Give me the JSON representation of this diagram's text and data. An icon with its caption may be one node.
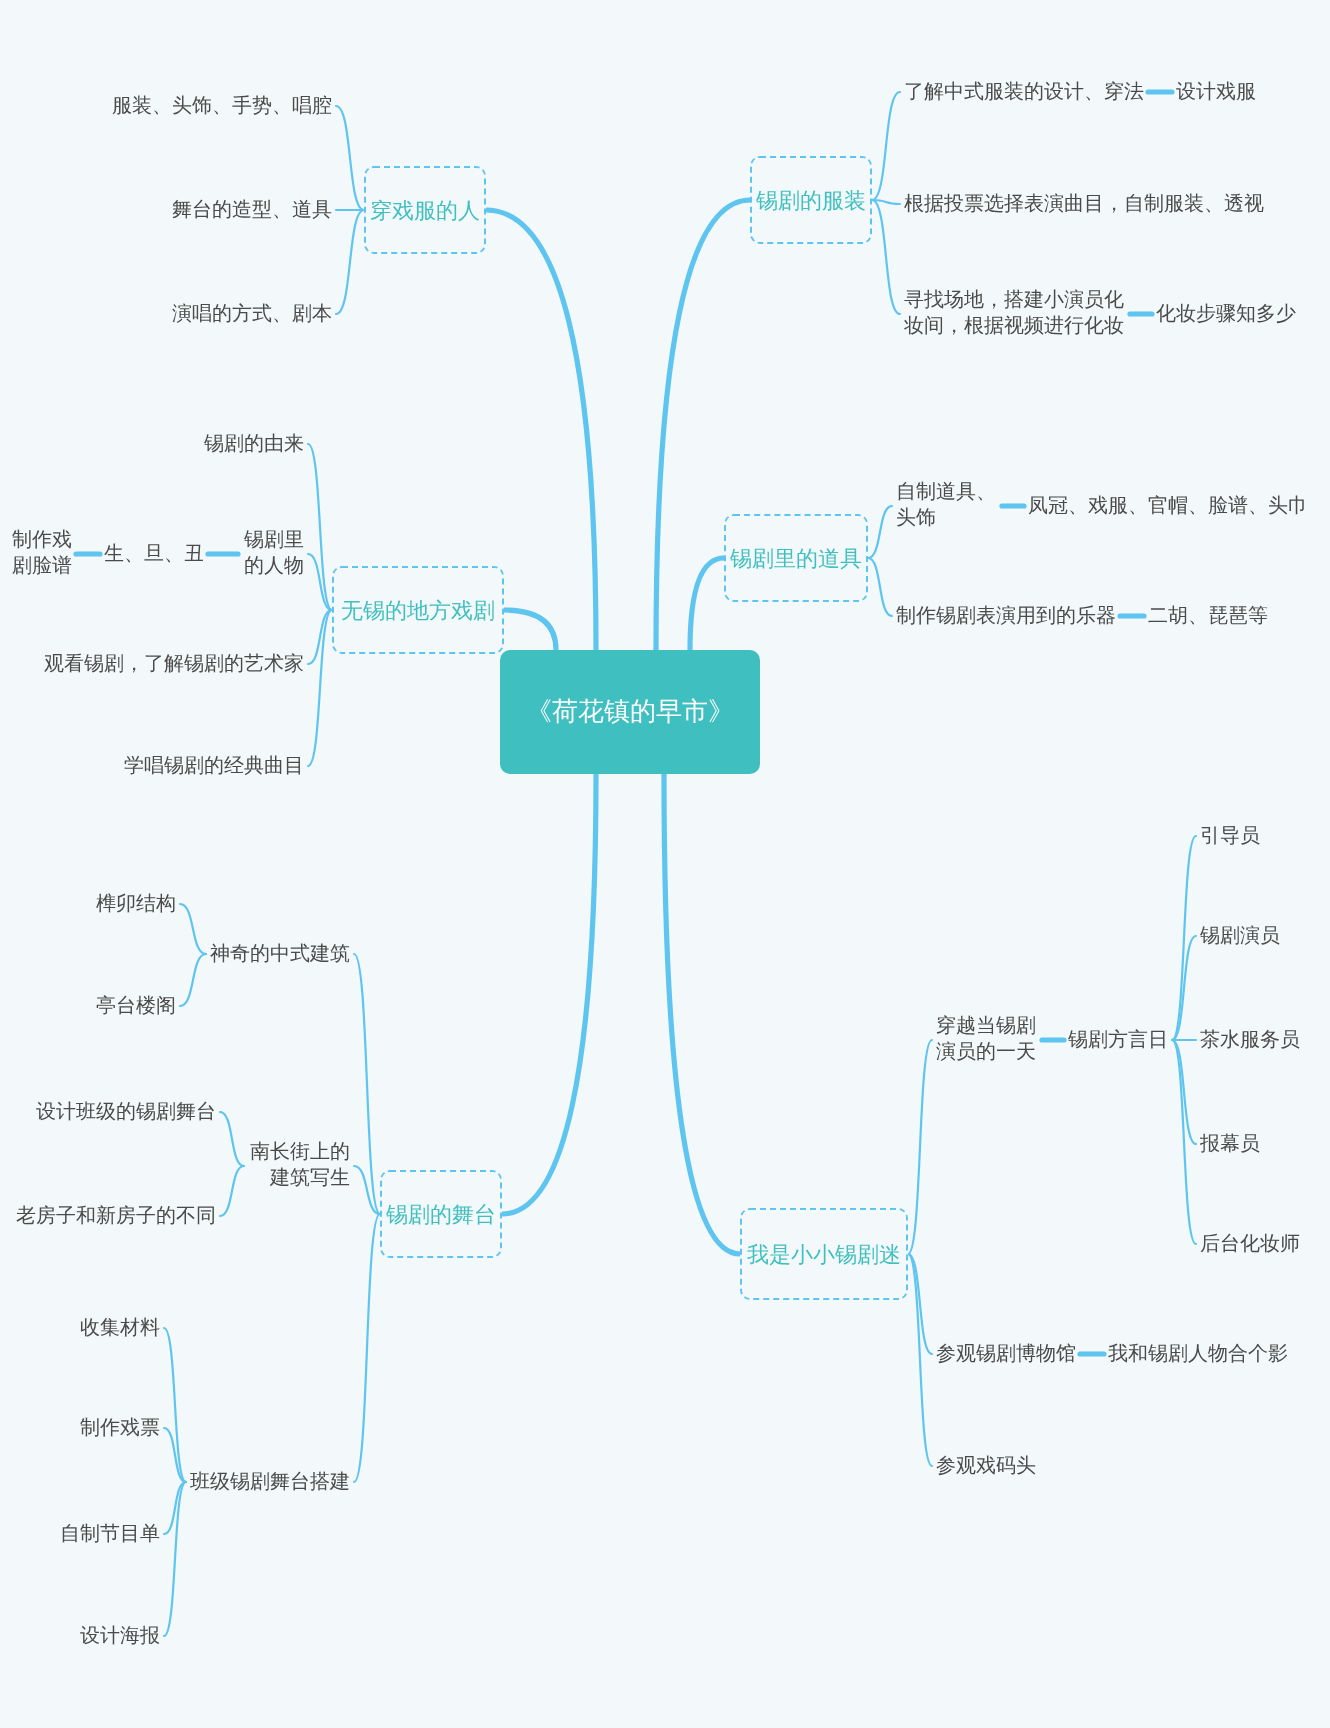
{
  "diagram": {
    "nodes": [
      {
        "text": [
          "《荷花镇的早市》"
        ]
      },
      {
        "text": [
          "穿戏服的人"
        ]
      },
      {
        "text": [
          "服装、头饰、手势、唱腔"
        ]
      },
      {
        "text": [
          "舞台的造型、道具"
        ]
      },
      {
        "text": [
          "演唱的方式、剧本"
        ]
      },
      {
        "text": [
          "无锡的地方戏剧"
        ]
      },
      {
        "text": [
          "锡剧的由来"
        ]
      },
      {
        "text": [
          "锡剧里的人物"
        ]
      },
      {
        "text": [
          "生、旦、丑"
        ]
      },
      {
        "text": [
          "制作戏剧脸谱"
        ]
      },
      {
        "text": [
          "观看锡剧，了解锡剧的艺术家"
        ]
      },
      {
        "text": [
          "学唱锡剧的经典曲目"
        ]
      },
      {
        "text": [
          "锡剧的舞台"
        ]
      },
      {
        "text": [
          "神奇的中式建筑"
        ]
      },
      {
        "text": [
          "榫卯结构"
        ]
      },
      {
        "text": [
          "亭台楼阁"
        ]
      },
      {
        "text": [
          "南长街上的建筑写生"
        ]
      },
      {
        "text": [
          "设计班级的锡剧舞台"
        ]
      },
      {
        "text": [
          "老房子和新房子的不同"
        ]
      },
      {
        "text": [
          "班级锡剧舞台搭建"
        ]
      },
      {
        "text": [
          "收集材料"
        ]
      },
      {
        "text": [
          "制作戏票"
        ]
      },
      {
        "text": [
          "自制节目单"
        ]
      },
      {
        "text": [
          "设计海报"
        ]
      },
      {
        "text": [
          "锡剧的服装"
        ]
      },
      {
        "text": [
          "了解中式服装的设计、穿法"
        ]
      },
      {
        "text": [
          "设计戏服"
        ]
      },
      {
        "text": [
          "根据投票选择表演曲目，自制服装、透视"
        ]
      },
      {
        "text": [
          "寻找场地，搭建小演员化妆间，根据视频进行化妆"
        ]
      },
      {
        "text": [
          "化妆步骤知多少"
        ]
      },
      {
        "text": [
          "锡剧里的道具"
        ]
      },
      {
        "text": [
          "自制道具、头饰"
        ]
      },
      {
        "text": [
          "凤冠、戏服、官帽、脸谱、头巾"
        ]
      },
      {
        "text": [
          "制作锡剧表演用到的乐器"
        ]
      },
      {
        "text": [
          "二胡、琵琶等"
        ]
      },
      {
        "text": [
          "我是小小锡剧迷"
        ]
      },
      {
        "text": [
          "穿越当锡剧演员的一天"
        ]
      },
      {
        "text": [
          "锡剧方言日"
        ]
      },
      {
        "text": [
          "引导员"
        ]
      },
      {
        "text": [
          "锡剧演员"
        ]
      },
      {
        "text": [
          "茶水服务员"
        ]
      },
      {
        "text": [
          "报幕员"
        ]
      },
      {
        "text": [
          "后台化妆师"
        ]
      },
      {
        "text": [
          "参观锡剧博物馆"
        ]
      },
      {
        "text": [
          "我和锡剧人物合个影"
        ]
      },
      {
        "text": [
          "参观戏码头"
        ]
      }
    ],
    "edges": [
      {
        "from": 0,
        "to": 1,
        "arrow": "none",
        "style": "thick"
      },
      {
        "from": 1,
        "to": 2,
        "arrow": "none"
      },
      {
        "from": 1,
        "to": 3,
        "arrow": "none"
      },
      {
        "from": 1,
        "to": 4,
        "arrow": "none"
      },
      {
        "from": 0,
        "to": 5,
        "arrow": "none",
        "style": "thick"
      },
      {
        "from": 5,
        "to": 6,
        "arrow": "none"
      },
      {
        "from": 5,
        "to": 7,
        "arrow": "none"
      },
      {
        "from": 7,
        "to": 8,
        "arrow": "none",
        "style": "thick"
      },
      {
        "from": 8,
        "to": 9,
        "arrow": "none",
        "style": "thick"
      },
      {
        "from": 5,
        "to": 10,
        "arrow": "none"
      },
      {
        "from": 5,
        "to": 11,
        "arrow": "none"
      },
      {
        "from": 0,
        "to": 12,
        "arrow": "none",
        "style": "thick"
      },
      {
        "from": 12,
        "to": 13,
        "arrow": "none"
      },
      {
        "from": 13,
        "to": 14,
        "arrow": "none"
      },
      {
        "from": 13,
        "to": 15,
        "arrow": "none"
      },
      {
        "from": 12,
        "to": 16,
        "arrow": "none"
      },
      {
        "from": 16,
        "to": 17,
        "arrow": "none"
      },
      {
        "from": 16,
        "to": 18,
        "arrow": "none"
      },
      {
        "from": 12,
        "to": 19,
        "arrow": "none"
      },
      {
        "from": 19,
        "to": 20,
        "arrow": "none"
      },
      {
        "from": 19,
        "to": 21,
        "arrow": "none"
      },
      {
        "from": 19,
        "to": 22,
        "arrow": "none"
      },
      {
        "from": 19,
        "to": 23,
        "arrow": "none"
      },
      {
        "from": 0,
        "to": 24,
        "arrow": "none",
        "style": "thick"
      },
      {
        "from": 24,
        "to": 25,
        "arrow": "none"
      },
      {
        "from": 25,
        "to": 26,
        "arrow": "none",
        "style": "thick"
      },
      {
        "from": 24,
        "to": 27,
        "arrow": "none"
      },
      {
        "from": 24,
        "to": 28,
        "arrow": "none"
      },
      {
        "from": 28,
        "to": 29,
        "arrow": "none",
        "style": "thick"
      },
      {
        "from": 0,
        "to": 30,
        "arrow": "none",
        "style": "thick"
      },
      {
        "from": 30,
        "to": 31,
        "arrow": "none"
      },
      {
        "from": 31,
        "to": 32,
        "arrow": "none",
        "style": "thick"
      },
      {
        "from": 30,
        "to": 33,
        "arrow": "none"
      },
      {
        "from": 33,
        "to": 34,
        "arrow": "none",
        "style": "thick"
      },
      {
        "from": 0,
        "to": 35,
        "arrow": "none",
        "style": "thick"
      },
      {
        "from": 35,
        "to": 36,
        "arrow": "none"
      },
      {
        "from": 36,
        "to": 37,
        "arrow": "none",
        "style": "thick"
      },
      {
        "from": 37,
        "to": 38,
        "arrow": "none"
      },
      {
        "from": 37,
        "to": 39,
        "arrow": "none"
      },
      {
        "from": 37,
        "to": 40,
        "arrow": "none"
      },
      {
        "from": 37,
        "to": 41,
        "arrow": "none"
      },
      {
        "from": 37,
        "to": 42,
        "arrow": "none"
      },
      {
        "from": 35,
        "to": 43,
        "arrow": "none"
      },
      {
        "from": 43,
        "to": 44,
        "arrow": "none",
        "style": "thick"
      },
      {
        "from": 35,
        "to": 45,
        "arrow": "none"
      }
    ]
  }
}
